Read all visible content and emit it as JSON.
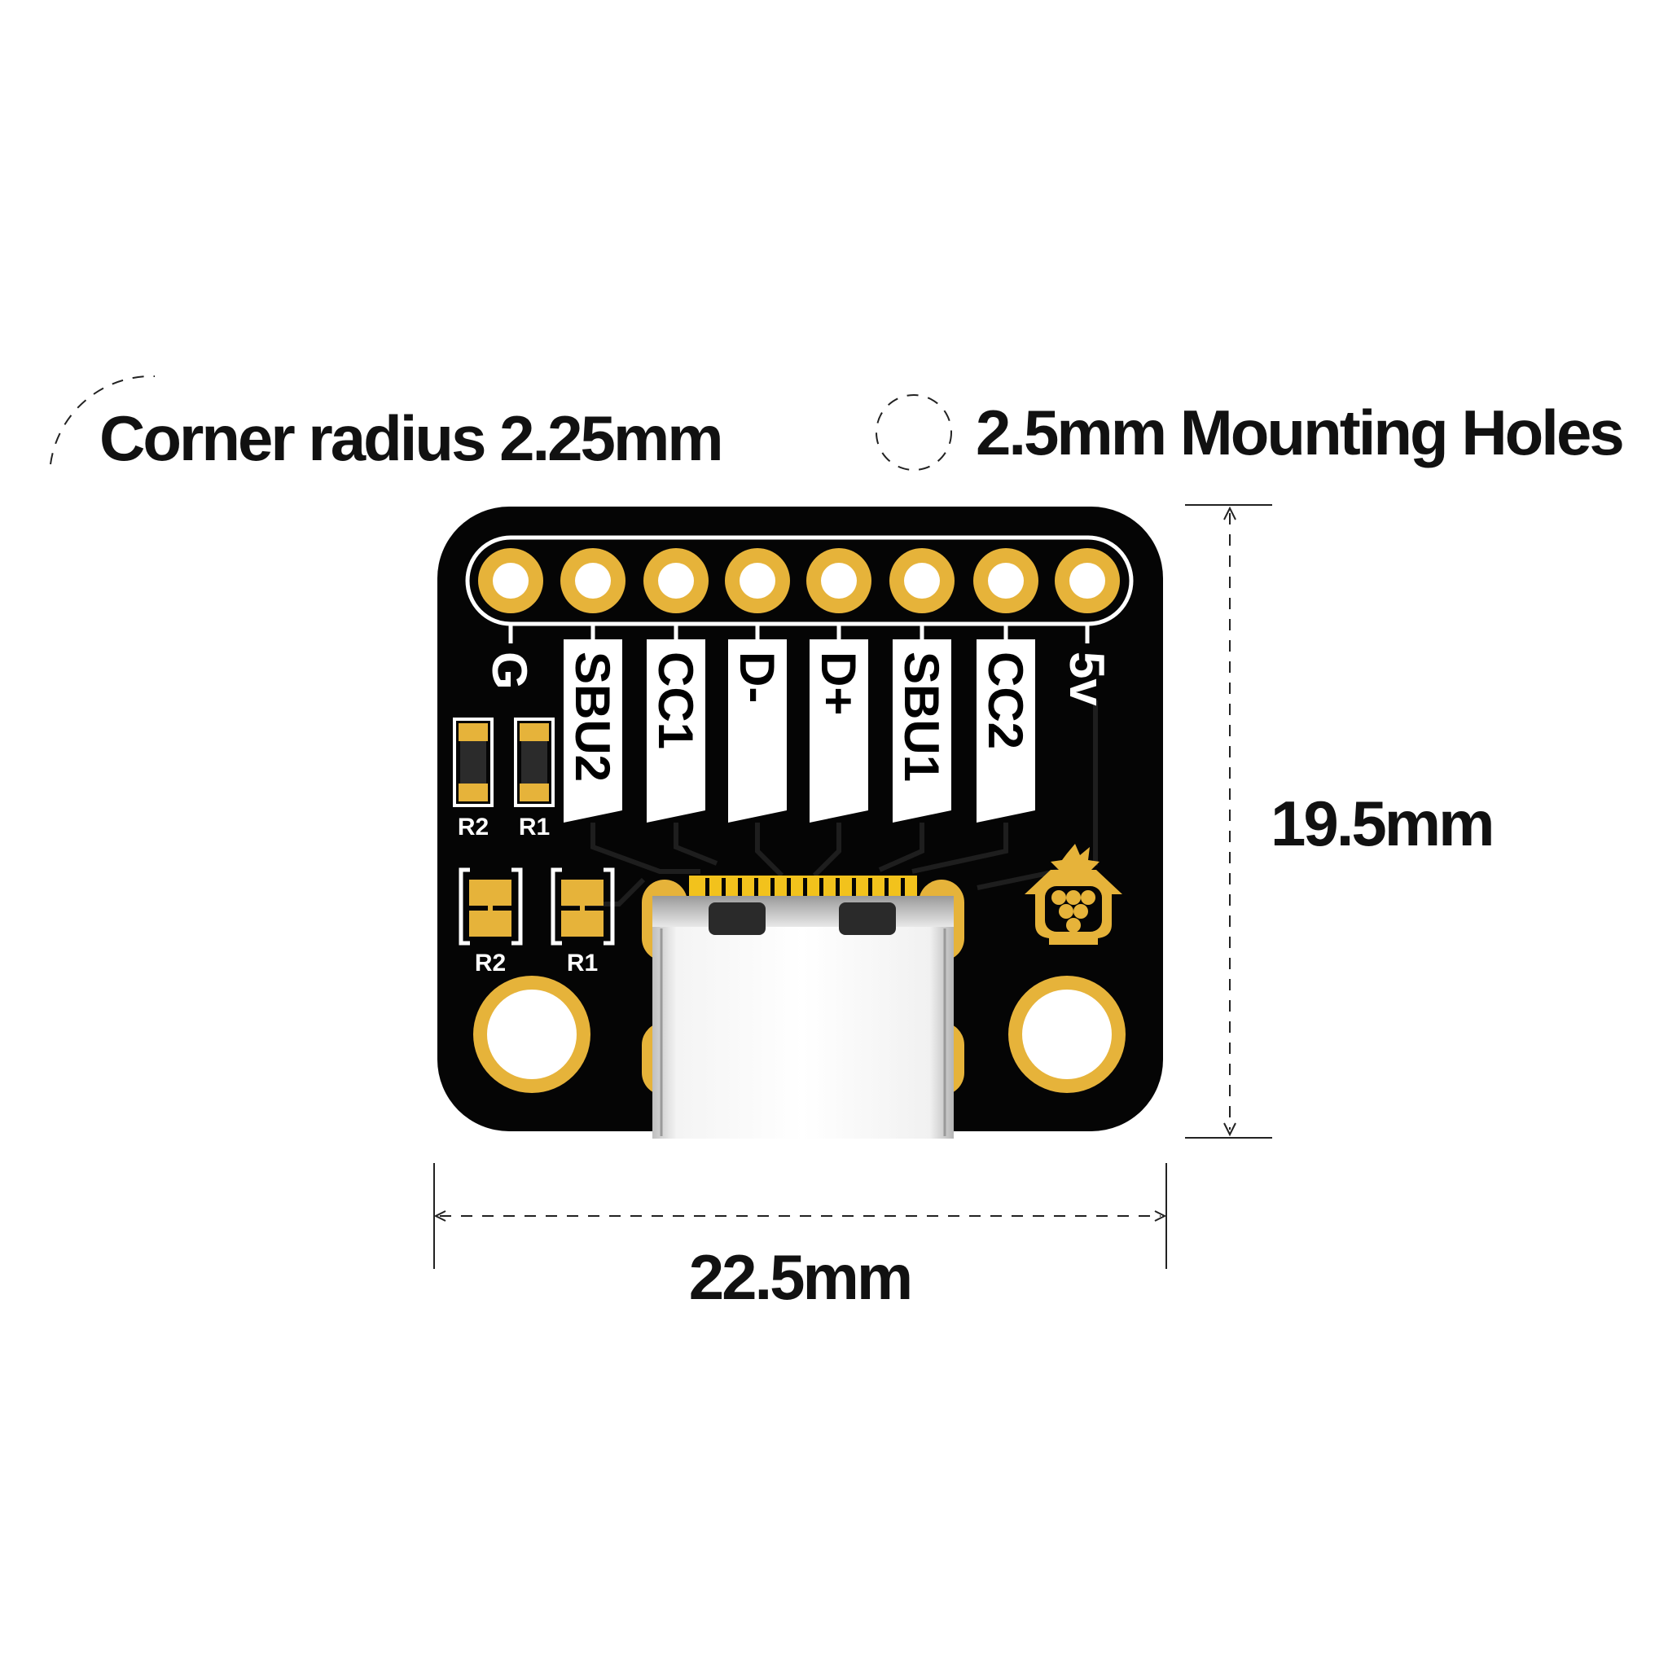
{
  "annotations": {
    "corner_radius": "Corner radius 2.25mm",
    "mounting_holes": "2.5mm Mounting Holes",
    "height": "19.5mm",
    "width": "22.5mm"
  },
  "board": {
    "pins": [
      {
        "label": "G"
      },
      {
        "label": "SBU2"
      },
      {
        "label": "CC1"
      },
      {
        "label": "D-"
      },
      {
        "label": "D+"
      },
      {
        "label": "SBU1"
      },
      {
        "label": "CC2"
      },
      {
        "label": "5v"
      }
    ],
    "resistors_top": [
      "R2",
      "R1"
    ],
    "resistors_bottom": [
      "R2",
      "R1"
    ],
    "logo": "raspberry-logo-icon"
  },
  "colors": {
    "board": "#050505",
    "gold": "#e6b33a",
    "silkscreen": "#ffffff",
    "text": "#111111"
  }
}
